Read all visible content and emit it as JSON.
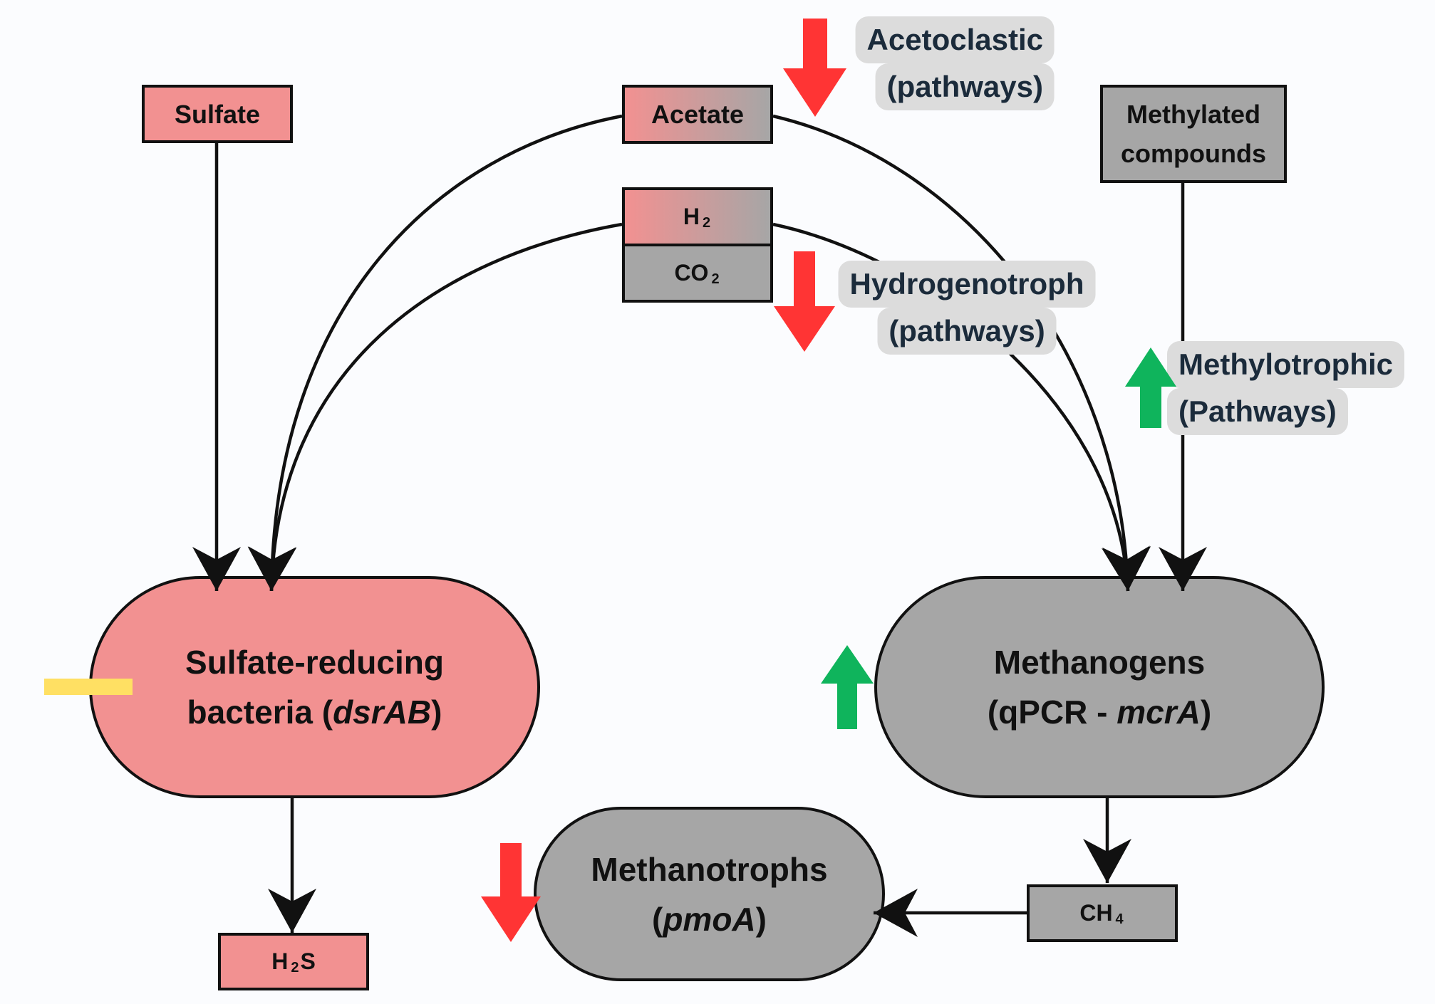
{
  "colors": {
    "background": "#fbfcfe",
    "outline": "#111111",
    "sulfate_pink": "#f29191",
    "methane_gray": "#a6a6a6",
    "decrease_red": "#ff3434",
    "increase_green": "#0fb45c",
    "no_change_yellow": "#ffe063",
    "pathway_label_bg": "#dcdcdc",
    "pathway_label_text": "#1b2b3b"
  },
  "substrates": {
    "sulfate": "Sulfate",
    "acetate": "Acetate",
    "hydrogen": {
      "base": "H",
      "sub": "2"
    },
    "carbon_dioxide": {
      "base": "CO",
      "sub": "2"
    },
    "methylated_compounds": {
      "line1": "Methylated",
      "line2": "compounds"
    }
  },
  "products": {
    "hydrogen_sulfide": {
      "base": "H",
      "sub": "2",
      "tail": "S"
    },
    "methane": {
      "base": "CH",
      "sub": "4"
    }
  },
  "groups": {
    "srb": {
      "line1": "Sulfate-reducing",
      "line2_prefix": "bacteria (",
      "gene": "dsrAB",
      "line2_suffix": ")",
      "indicator_icon": "no-change-dash-icon"
    },
    "methanogens": {
      "line1": "Methanogens",
      "line2_prefix": "(qPCR - ",
      "gene": "mcrA",
      "line2_suffix": ")",
      "indicator_icon": "increase-arrow-icon"
    },
    "methanotrophs": {
      "line1": "Methanotrophs",
      "line2_prefix": "(",
      "gene": "pmoA",
      "line2_suffix": ")",
      "indicator_icon": "decrease-arrow-icon"
    }
  },
  "pathways": {
    "acetoclastic": {
      "line1": "Acetoclastic",
      "line2": "(pathways)",
      "indicator_icon": "decrease-arrow-icon"
    },
    "hydrogenotroph": {
      "line1": "Hydrogenotroph",
      "line2": "(pathways)",
      "indicator_icon": "decrease-arrow-icon"
    },
    "methylotrophic": {
      "line1": "Methylotrophic",
      "line2": "(Pathways)",
      "indicator_icon": "increase-arrow-icon"
    }
  }
}
